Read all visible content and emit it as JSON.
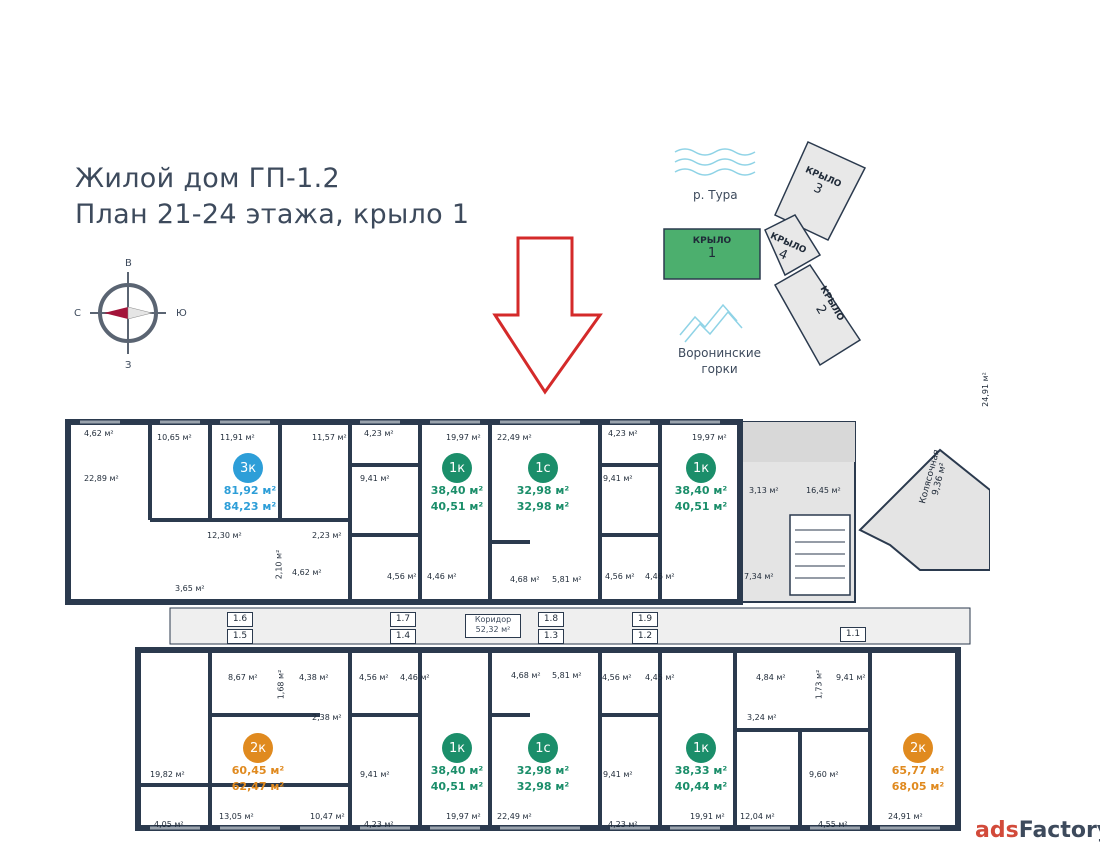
{
  "title": {
    "line1": "Жилой дом ГП-1.2",
    "line2": "План 21-24 этажа, крыло 1"
  },
  "compass": {
    "n": "В",
    "s": "З",
    "w": "С",
    "e": "Ю"
  },
  "site": {
    "river": "р. Тура",
    "hills_line1": "Воронинские",
    "hills_line2": "горки",
    "wing_word": "КРЫЛО",
    "wing1": "1",
    "wing2": "2",
    "wing3": "3",
    "wing4": "4",
    "active_color": "#4caf6e"
  },
  "colors": {
    "wall": "#2b3a4e",
    "green": "#1b8e6a",
    "orange": "#e08a1f",
    "blue": "#2d9ed8",
    "arrow": "#d42a2a"
  },
  "apartments": [
    {
      "badge": "3к",
      "area_top": "81,92 м²",
      "area_bottom": "84,23 м²",
      "color": "blue"
    },
    {
      "badge": "1к",
      "area_top": "38,40 м²",
      "area_bottom": "40,51 м²",
      "color": "green"
    },
    {
      "badge": "1с",
      "area_top": "32,98 м²",
      "area_bottom": "32,98 м²",
      "color": "green"
    },
    {
      "badge": "1к",
      "area_top": "38,40 м²",
      "area_bottom": "40,51 м²",
      "color": "green"
    },
    {
      "badge": "2к",
      "area_top": "60,45 м²",
      "area_bottom": "62,47 м²",
      "color": "orange"
    },
    {
      "badge": "1к",
      "area_top": "38,40 м²",
      "area_bottom": "40,51 м²",
      "color": "green"
    },
    {
      "badge": "1с",
      "area_top": "32,98 м²",
      "area_bottom": "32,98 м²",
      "color": "green"
    },
    {
      "badge": "1к",
      "area_top": "38,33 м²",
      "area_bottom": "40,44 м²",
      "color": "green"
    },
    {
      "badge": "2к",
      "area_top": "65,77 м²",
      "area_bottom": "68,05 м²",
      "color": "orange"
    }
  ],
  "rooms": {
    "r1": "4,62 м²",
    "r2": "10,65 м²",
    "r3": "11,91 м²",
    "r4": "11,57 м²",
    "r5": "4,23 м²",
    "r6": "19,97 м²",
    "r7": "22,49 м²",
    "r8": "4,23 м²",
    "r9": "19,97 м²",
    "r10": "22,89 м²",
    "r11": "12,30 м²",
    "r12": "2,23 м²",
    "r13": "3,65 м²",
    "r14": "2,10 м²",
    "r15": "4,62 м²",
    "r16": "9,41 м²",
    "r17": "4,56 м²",
    "r18": "4,46 м²",
    "r19": "4,68 м²",
    "r20": "5,81 м²",
    "r21": "9,41 м²",
    "r22": "4,56 м²",
    "r23": "4,46 м²",
    "r24": "3,13 м²",
    "r25": "16,45 м²",
    "r26": "7,34 м²",
    "r27": "8,67 м²",
    "r28": "1,68 м²",
    "r29": "4,38 м²",
    "r30": "2,38 м²",
    "r31": "4,56 м²",
    "r32": "4,46 м²",
    "r33": "4,68 м²",
    "r34": "5,81 м²",
    "r35": "4,56 м²",
    "r36": "4,45 м²",
    "r37": "4,84 м²",
    "r38": "1,73 м²",
    "r39": "9,41 м²",
    "r40": "3,24 м²",
    "r41": "19,82 м²",
    "r42": "9,41 м²",
    "r43": "9,41 м²",
    "r44": "9,60 м²",
    "r45": "4,05 м²",
    "r46": "13,05 м²",
    "r47": "10,47 м²",
    "r48": "4,23 м²",
    "r49": "19,97 м²",
    "r50": "22,49 м²",
    "r51": "4,23 м²",
    "r52": "19,91 м²",
    "r53": "12,04 м²",
    "r54": "4,55 м²",
    "r55": "24,91 м²",
    "r56": "24,91 м²"
  },
  "corridor": {
    "label": "Коридор",
    "area": "52,32 м²"
  },
  "stroller": {
    "label": "Колясочная",
    "area": "9,36 м²"
  },
  "section_marks": [
    "1.6",
    "1.5",
    "1.7",
    "1.4",
    "1.8",
    "1.3",
    "1.9",
    "1.2",
    "1.1"
  ],
  "watermark": {
    "part1": "ads",
    "part2": "Factory"
  }
}
